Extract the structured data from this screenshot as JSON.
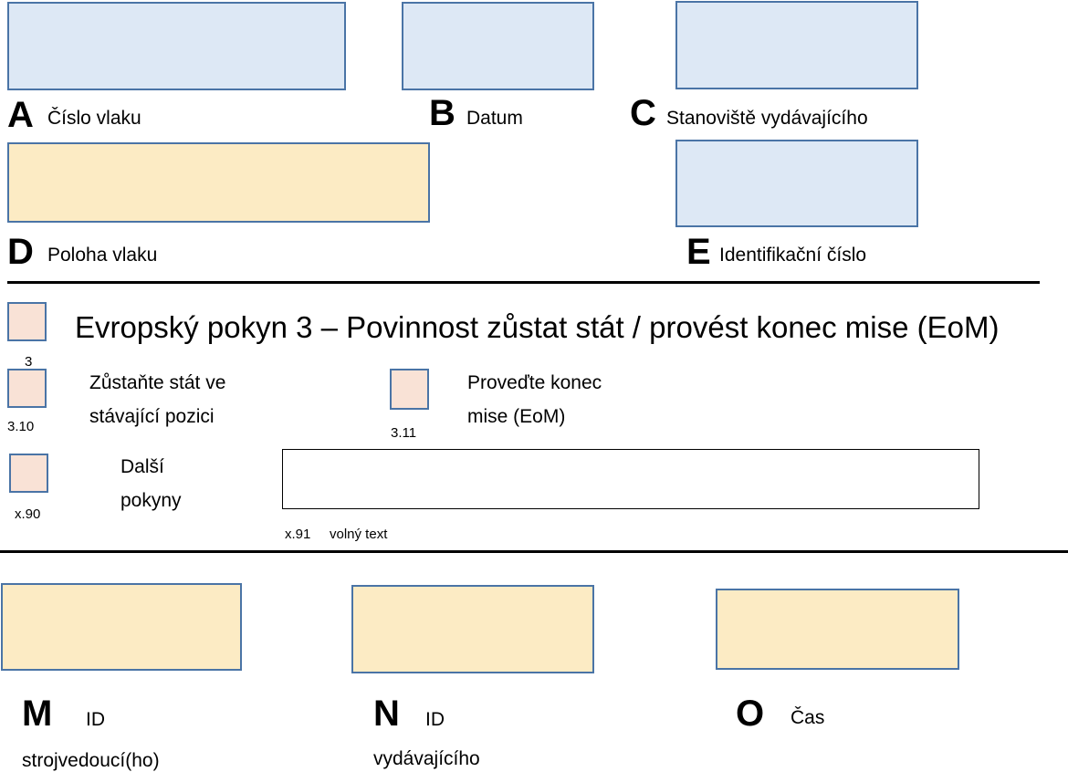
{
  "header": {
    "A": {
      "letter": "A",
      "label": "Číslo vlaku"
    },
    "B": {
      "letter": "B",
      "label": "Datum"
    },
    "C": {
      "letter": "C",
      "label": "Stanoviště vydávajícího"
    },
    "D": {
      "letter": "D",
      "label": "Poloha vlaku"
    },
    "E": {
      "letter": "E",
      "label": "Identifikační číslo"
    }
  },
  "instruction": {
    "code": "3",
    "title": "Evropský pokyn 3 – Povinnost zůstat stát / provést konec mise (EoM)",
    "option_310": {
      "code": "3.10",
      "line1": "Zůstaňte stát ve",
      "line2": "stávající pozici"
    },
    "option_311": {
      "code": "3.11",
      "line1": "Proveďte konec",
      "line2": "mise (EoM)"
    },
    "option_x90": {
      "code": "x.90",
      "line1": "Další",
      "line2": "pokyny"
    },
    "free_text": {
      "code": "x.91",
      "label": "volný text",
      "value": ""
    }
  },
  "footer": {
    "M": {
      "letter": "M",
      "line1": "ID",
      "line2": "strojvedoucí(ho)"
    },
    "N": {
      "letter": "N",
      "line1": "ID",
      "line2": "vydávajícího"
    },
    "O": {
      "letter": "O",
      "label": "Čas"
    }
  },
  "colors": {
    "box_border": "#4a74a6",
    "blue_fill": "#dde8f5",
    "yellow_fill": "#fcebc4",
    "checkbox_fill": "#f9e2d6"
  }
}
